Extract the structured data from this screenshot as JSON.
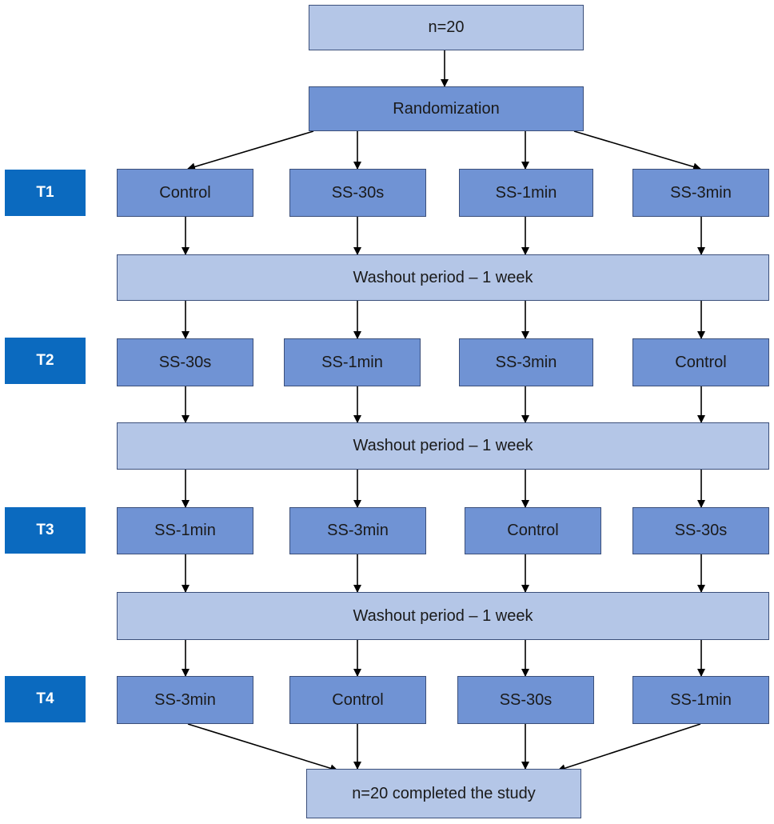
{
  "start": "n=20",
  "randomization": "Randomization",
  "periods": [
    {
      "label": "T1",
      "arms": [
        "Control",
        "SS-30s",
        "SS-1min",
        "SS-3min"
      ]
    },
    {
      "label": "T2",
      "arms": [
        "SS-30s",
        "SS-1min",
        "SS-3min",
        "Control"
      ]
    },
    {
      "label": "T3",
      "arms": [
        "SS-1min",
        "SS-3min",
        "Control",
        "SS-30s"
      ]
    },
    {
      "label": "T4",
      "arms": [
        "SS-3min",
        "Control",
        "SS-30s",
        "SS-1min"
      ]
    }
  ],
  "washouts": [
    "Washout period – 1 week",
    "Washout period – 1 week",
    "Washout period – 1 week"
  ],
  "end": "n=20 completed the study",
  "colors": {
    "light_box": "#b4c6e7",
    "arm_box": "#7093d4",
    "period_label": "#0b6abf",
    "border": "#3b4f7a"
  }
}
